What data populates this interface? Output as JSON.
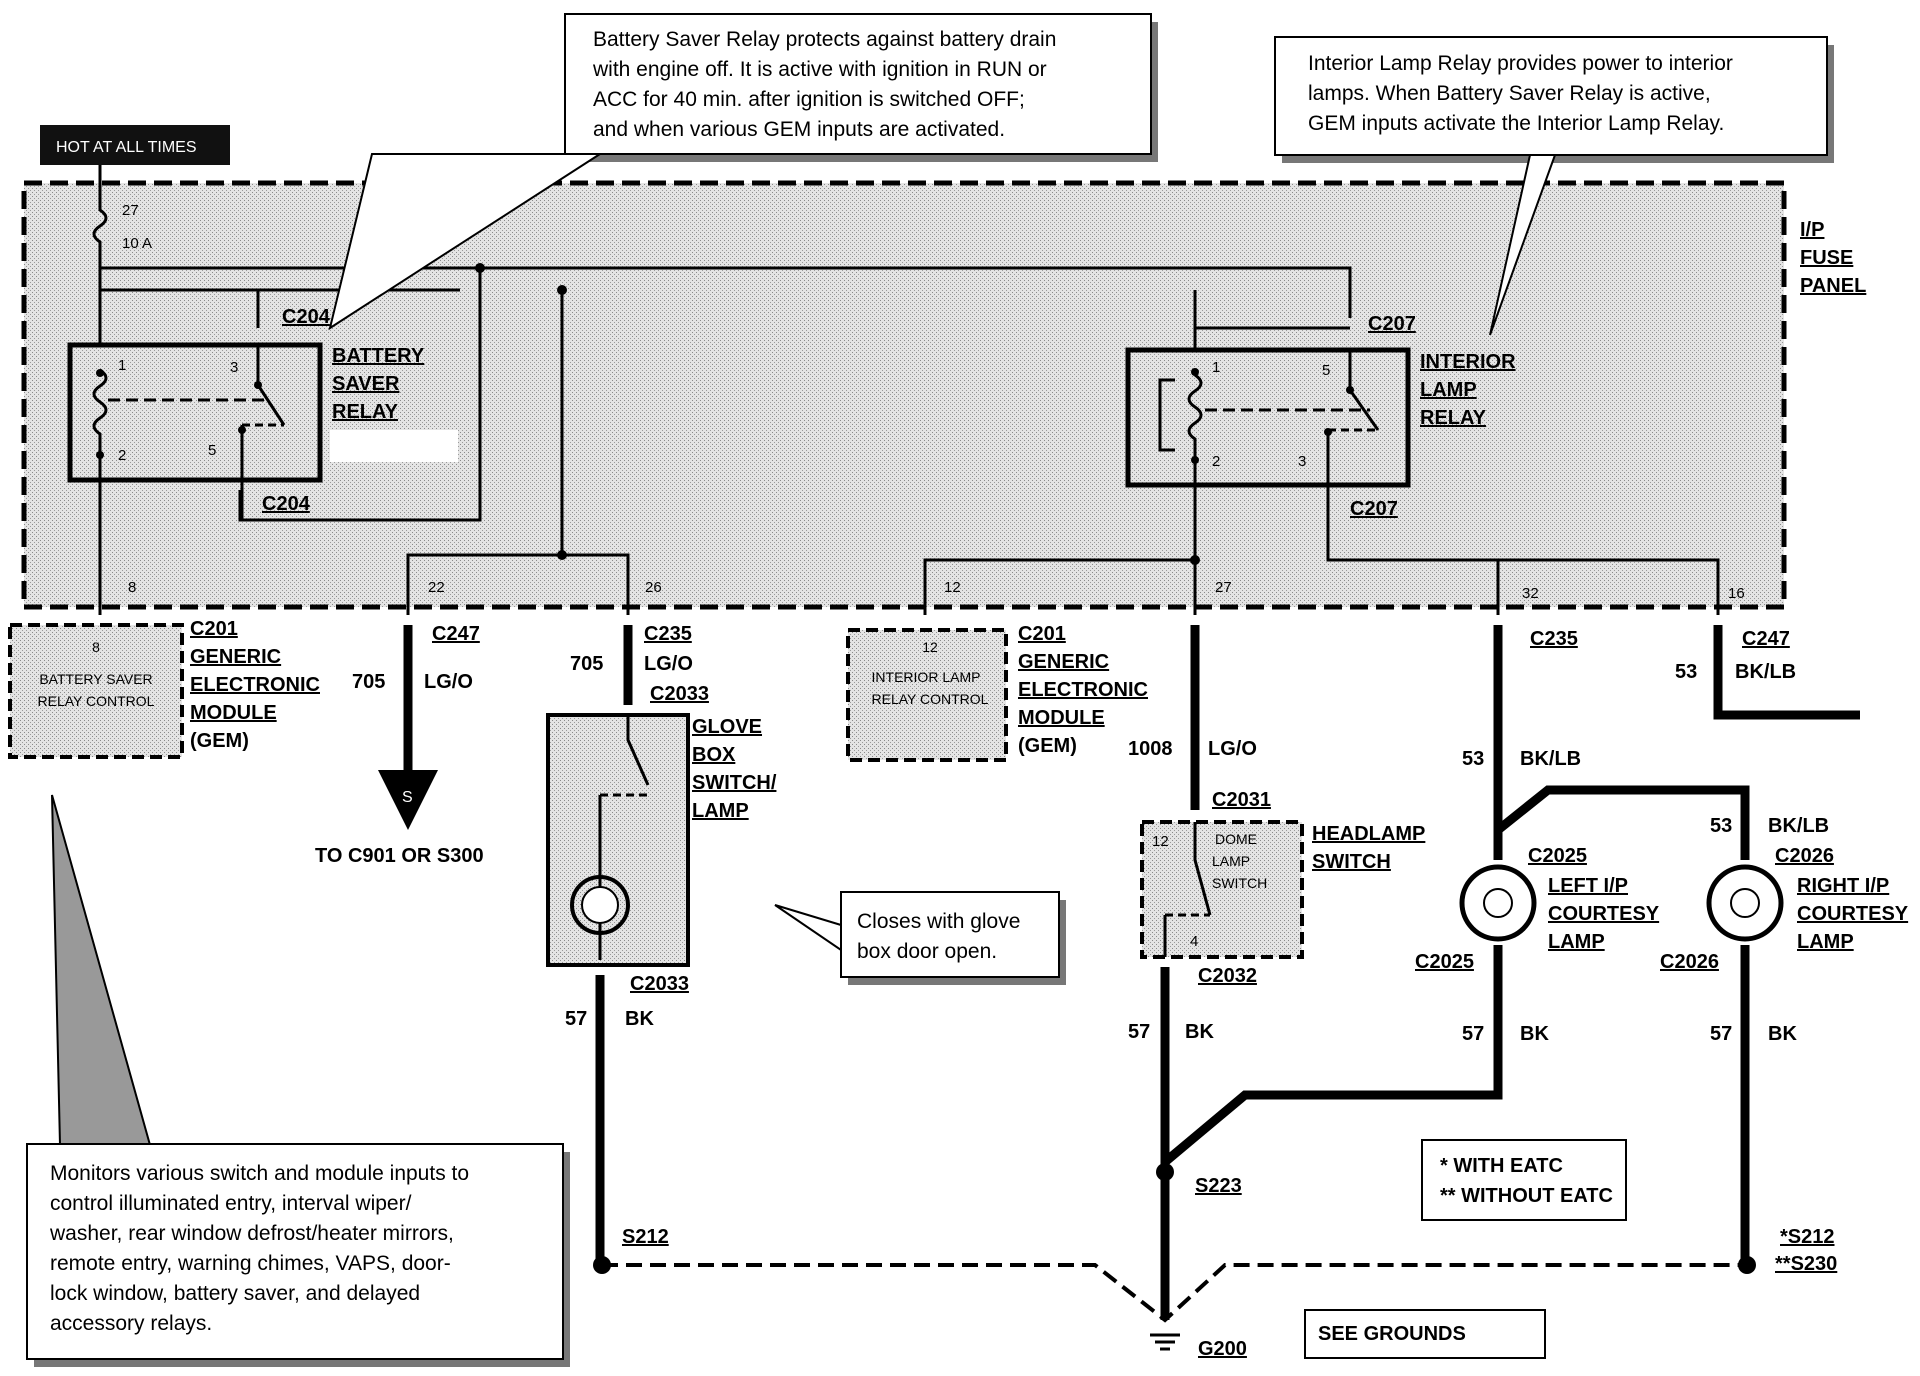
{
  "hot_bar": "HOT AT ALL TIMES",
  "panel_label": [
    "I/P",
    "FUSE",
    "PANEL"
  ],
  "fuse": {
    "number": "27",
    "rating": "10 A"
  },
  "callouts": {
    "battery_saver": [
      "Battery Saver Relay protects against battery drain",
      "with engine off.  It is active with ignition in RUN or",
      "ACC for 40 min. after ignition is switched OFF;",
      "and when various GEM inputs are activated."
    ],
    "interior_lamp": [
      "Interior Lamp Relay provides power to interior",
      "lamps.  When Battery Saver Relay is active,",
      "GEM inputs activate the Interior Lamp Relay."
    ],
    "glove_box": [
      "Closes with glove",
      "box door open."
    ],
    "gem_monitor": [
      "Monitors various switch and module inputs to",
      "control illuminated entry, interval wiper/",
      "washer, rear window defrost/heater mirrors,",
      "remote entry, warning chimes, VAPS, door-",
      "lock window, battery saver, and delayed",
      "accessory relays."
    ]
  },
  "relays": {
    "battery_saver": {
      "name": [
        "BATTERY",
        "SAVER",
        "RELAY"
      ],
      "connector_top": "C204",
      "connector_bottom": "C204",
      "pins": [
        "1",
        "3",
        "2",
        "5"
      ]
    },
    "interior_lamp": {
      "name": [
        "INTERIOR",
        "LAMP",
        "RELAY"
      ],
      "connector_top": "C207",
      "connector_bottom": "C207",
      "pins": [
        "1",
        "5",
        "2",
        "3"
      ]
    }
  },
  "fuse_panel_pins": [
    "8",
    "22",
    "26",
    "12",
    "27",
    "32",
    "16"
  ],
  "gem_left": {
    "connector": "C201",
    "pin": "8",
    "inner": [
      "BATTERY SAVER",
      "RELAY CONTROL"
    ],
    "name": [
      "GENERIC",
      "ELECTRONIC",
      "MODULE",
      "(GEM)"
    ]
  },
  "gem_right": {
    "connector": "C201",
    "pin": "12",
    "inner": [
      "INTERIOR LAMP",
      "RELAY CONTROL"
    ],
    "name": [
      "GENERIC",
      "ELECTRONIC",
      "MODULE",
      "(GEM)"
    ]
  },
  "circuits": {
    "c247_left": {
      "connector": "C247",
      "number": "705",
      "color": "LG/O",
      "splice": "S",
      "dest": "TO C901 OR S300"
    },
    "c235_left": {
      "connector": "C235",
      "number": "705",
      "color": "LG/O",
      "sw_connector": "C2033"
    },
    "headlamp": {
      "number": "1008",
      "color": "LG/O",
      "connector": "C2031"
    },
    "c235_right": {
      "connector": "C235",
      "number": "53",
      "color": "BK/LB"
    },
    "c247_right": {
      "connector": "C247",
      "number": "53",
      "color": "BK/LB"
    },
    "right_lamp_feed": {
      "number": "53",
      "color": "BK/LB"
    }
  },
  "glove_box": {
    "name": [
      "GLOVE",
      "BOX",
      "SWITCH/",
      "LAMP"
    ],
    "bottom_connector": "C2033",
    "gnd_number": "57",
    "gnd_color": "BK",
    "splice": "S212"
  },
  "headlamp_switch": {
    "name": [
      "HEADLAMP",
      "SWITCH"
    ],
    "inner": [
      "DOME",
      "LAMP",
      "SWITCH"
    ],
    "pin_top": "12",
    "pin_bottom": "4",
    "bottom_connector": "C2032",
    "gnd_number": "57",
    "gnd_color": "BK",
    "splice": "S223"
  },
  "left_courtesy": {
    "connector_top": "C2025",
    "connector_bottom": "C2025",
    "name": [
      "LEFT I/P",
      "COURTESY",
      "LAMP"
    ],
    "gnd_number": "57",
    "gnd_color": "BK"
  },
  "right_courtesy": {
    "connector_top": "C2026",
    "connector_bottom": "C2026",
    "name": [
      "RIGHT I/P",
      "COURTESY",
      "LAMP"
    ],
    "gnd_number": "57",
    "gnd_color": "BK",
    "splice1": "*S212",
    "splice2": "**S230"
  },
  "legend": [
    "*  WITH EATC",
    "**  WITHOUT EATC"
  ],
  "ground": {
    "name": "G200",
    "see": "SEE GROUNDS"
  }
}
